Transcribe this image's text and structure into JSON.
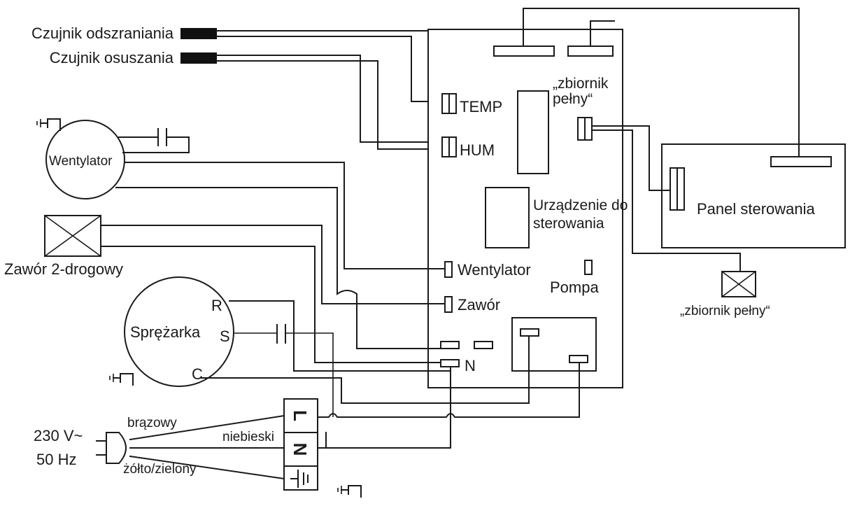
{
  "labels": {
    "defrost_sensor": "Czujnik odszraniania",
    "dry_sensor": "Czujnik osuszania",
    "fan_motor": "Wentylator",
    "valve": "Zawór 2-drogowy",
    "compressor": "Sprężarka",
    "comp_r": "R",
    "comp_s": "S",
    "comp_c": "C",
    "temp": "TEMP",
    "hum": "HUM",
    "tank_full_top_1": "„zbiornik",
    "tank_full_top_2": "pełny“",
    "control_device_1": "Urządzenie do",
    "control_device_2": "sterowania",
    "board_fan": "Wentylator",
    "board_valve": "Zawór",
    "board_pump": "Pompa",
    "board_n": "N",
    "control_panel": "Panel sterowania",
    "tank_full_bottom": "„zbiornik pełny“",
    "voltage": "230 V~",
    "frequency": "50 Hz",
    "brown": "brązowy",
    "blue": "niebieski",
    "yellow_green": "żółto/zielony",
    "term_l": "L",
    "term_n": "N"
  }
}
